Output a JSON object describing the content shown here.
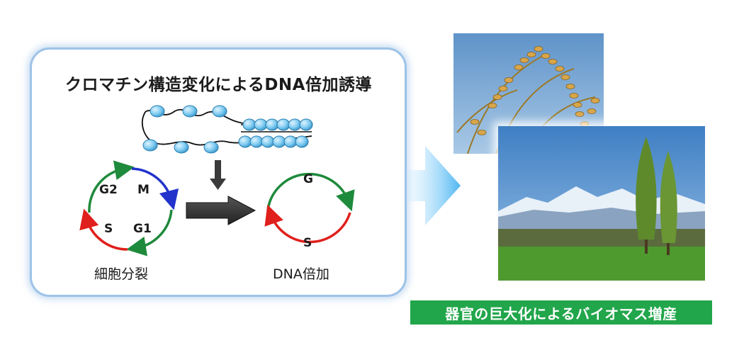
{
  "panel": {
    "title": "クロマチン構造変化によるDNA倍加誘導",
    "cell_cycle": {
      "phases": [
        "G2",
        "M",
        "S",
        "G1"
      ],
      "caption": "細胞分裂"
    },
    "endocycle": {
      "phases": [
        "G",
        "S"
      ],
      "caption": "DNA倍加"
    }
  },
  "result": {
    "banner": "器官の巨大化によるバイオマス増産"
  },
  "icons": [
    "chromatin-icon",
    "arrow-down-icon",
    "arrow-right-icon",
    "big-arrow-right-icon"
  ],
  "colors": {
    "green": "#1e8a3c",
    "blue": "#2233cc",
    "red": "#e0201c",
    "panel_border": "#9ec3e8",
    "banner": "#22a64b"
  }
}
